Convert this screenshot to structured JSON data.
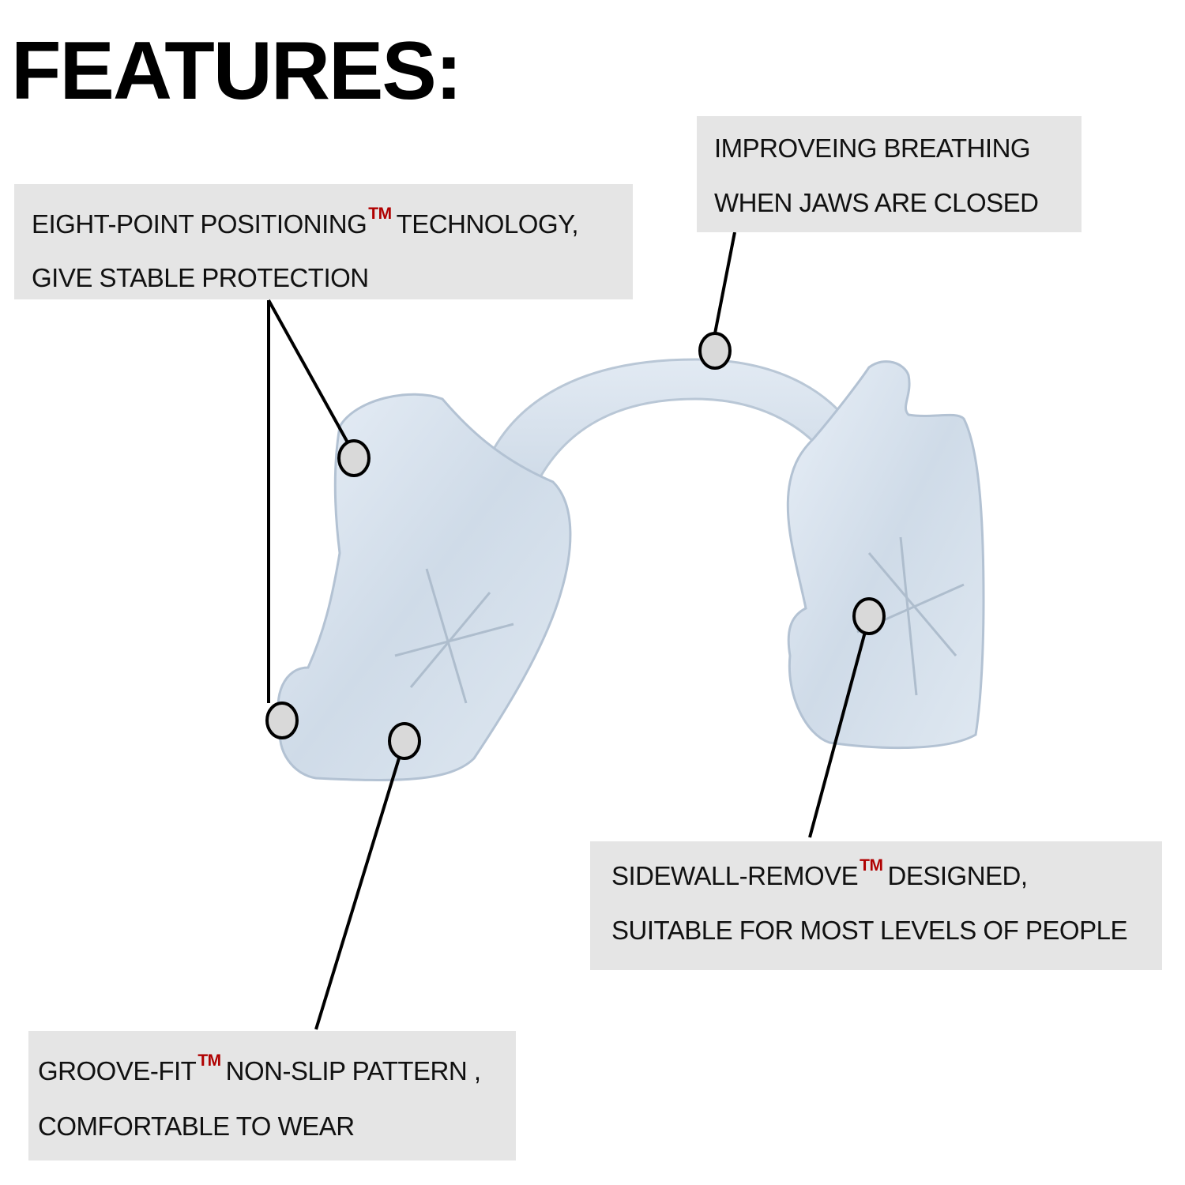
{
  "title": "FEATURES:",
  "callouts": {
    "eight_point": {
      "line1_a": "EIGHT-POINT POSITIONING",
      "tm": "TM",
      "line1_b": "TECHNOLOGY,",
      "line2": "GIVE STABLE PROTECTION"
    },
    "breathing": {
      "line1": "IMPROVEING BREATHING",
      "line2": "WHEN JAWS ARE CLOSED"
    },
    "sidewall": {
      "line1_a": "SIDEWALL-REMOVE",
      "tm": "TM",
      "line1_b": "DESIGNED,",
      "line2": "SUITABLE FOR MOST LEVELS OF PEOPLE"
    },
    "groove": {
      "line1_a": "GROOVE-FIT",
      "tm": "TM",
      "line1_b": "NON-SLIP PATTERN ,",
      "line2": "COMFORTABLE TO WEAR"
    }
  },
  "colors": {
    "callout_bg": "#e5e5e5",
    "trademark": "#b00000",
    "marker_fill": "#d9d9d9",
    "product": "#d6e2ee"
  }
}
